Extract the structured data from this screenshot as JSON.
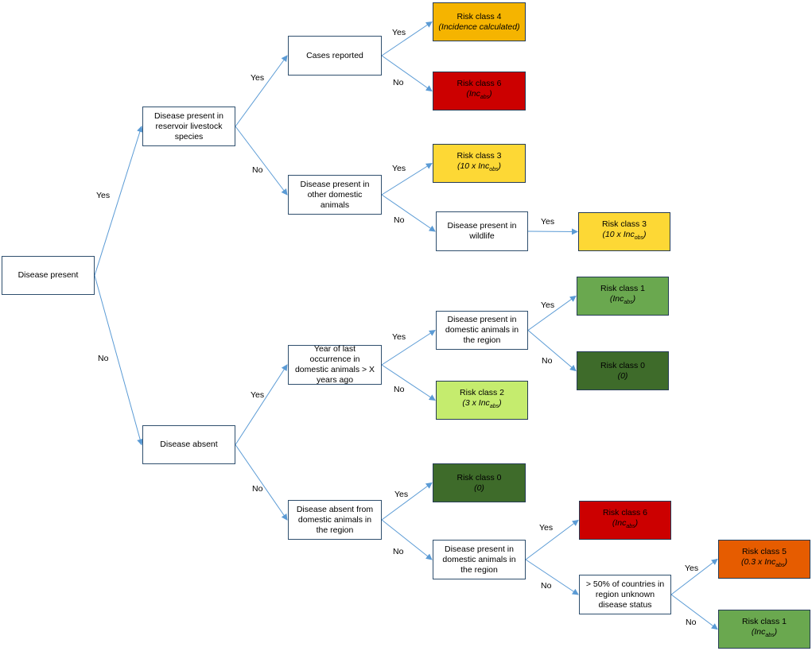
{
  "colors": {
    "edge": "#5b9bd5",
    "decision_border": "#2f4f6e",
    "risk6": "#cc0000",
    "risk5": "#e65c00",
    "risk4": "#f5b400",
    "risk3": "#fdd835",
    "risk2": "#c5ec6e",
    "risk1": "#6aa84f",
    "risk0": "#3e6b2a"
  },
  "nodes": {
    "disease_present": {
      "label": "Disease present"
    },
    "reservoir_livestock": {
      "label": "Disease present in reservoir livestock species"
    },
    "cases_reported": {
      "label": "Cases reported"
    },
    "risk4_top": {
      "label": "Risk class 4",
      "sub": "(Incidence calculated)",
      "color_key": "risk4"
    },
    "risk6_top": {
      "label": "Risk class 6",
      "sub": "(Inc_abs)",
      "color_key": "risk6"
    },
    "other_domestic": {
      "label": "Disease present in other domestic animals"
    },
    "risk3_a": {
      "label": "Risk class 3",
      "sub": "(10 x Inc_obs)",
      "color_key": "risk3"
    },
    "wildlife": {
      "label": "Disease present in wildlife"
    },
    "risk3_b": {
      "label": "Risk class 3",
      "sub": "(10 x Inc_obs)",
      "color_key": "risk3"
    },
    "disease_absent": {
      "label": "Disease absent"
    },
    "year_last": {
      "label": "Year of last occurrence in domestic animals > X years ago"
    },
    "present_region_a": {
      "label": "Disease present in domestic animals in the region"
    },
    "risk1_a": {
      "label": "Risk class 1",
      "sub": "(Inc_abs)",
      "color_key": "risk1"
    },
    "risk0_a": {
      "label": "Risk class 0",
      "sub": "(0)",
      "color_key": "risk0"
    },
    "risk2": {
      "label": "Risk class 2",
      "sub": "(3 x Inc_abs)",
      "color_key": "risk2"
    },
    "absent_region": {
      "label": "Disease absent from domestic animals in the region"
    },
    "risk0_b": {
      "label": "Risk class 0",
      "sub": "(0)",
      "color_key": "risk0"
    },
    "present_region_b": {
      "label": "Disease present in domestic animals in the region"
    },
    "risk6_b": {
      "label": "Risk class 6",
      "sub": "(Inc_abs)",
      "color_key": "risk6"
    },
    "over50": {
      "label": "> 50% of countries in region unknown disease status"
    },
    "risk5": {
      "label": "Risk class 5",
      "sub": "(0.3 x Inc_abs)",
      "color_key": "risk5"
    },
    "risk1_b": {
      "label": "Risk class 1",
      "sub": "(Inc_abs)",
      "color_key": "risk1"
    }
  },
  "edges": [
    {
      "from": "disease_present",
      "to": "reservoir_livestock",
      "label": "Yes"
    },
    {
      "from": "disease_present",
      "to": "disease_absent",
      "label": "No"
    },
    {
      "from": "reservoir_livestock",
      "to": "cases_reported",
      "label": "Yes"
    },
    {
      "from": "reservoir_livestock",
      "to": "other_domestic",
      "label": "No"
    },
    {
      "from": "cases_reported",
      "to": "risk4_top",
      "label": "Yes"
    },
    {
      "from": "cases_reported",
      "to": "risk6_top",
      "label": "No"
    },
    {
      "from": "other_domestic",
      "to": "risk3_a",
      "label": "Yes"
    },
    {
      "from": "other_domestic",
      "to": "wildlife",
      "label": "No"
    },
    {
      "from": "wildlife",
      "to": "risk3_b",
      "label": "Yes"
    },
    {
      "from": "disease_absent",
      "to": "year_last",
      "label": "Yes"
    },
    {
      "from": "disease_absent",
      "to": "absent_region",
      "label": "No"
    },
    {
      "from": "year_last",
      "to": "present_region_a",
      "label": "Yes"
    },
    {
      "from": "year_last",
      "to": "risk2",
      "label": "No"
    },
    {
      "from": "present_region_a",
      "to": "risk1_a",
      "label": "Yes"
    },
    {
      "from": "present_region_a",
      "to": "risk0_a",
      "label": "No"
    },
    {
      "from": "absent_region",
      "to": "risk0_b",
      "label": "Yes"
    },
    {
      "from": "absent_region",
      "to": "present_region_b",
      "label": "No"
    },
    {
      "from": "present_region_b",
      "to": "risk6_b",
      "label": "Yes"
    },
    {
      "from": "present_region_b",
      "to": "over50",
      "label": "No"
    },
    {
      "from": "over50",
      "to": "risk5",
      "label": "Yes"
    },
    {
      "from": "over50",
      "to": "risk1_b",
      "label": "No"
    }
  ]
}
